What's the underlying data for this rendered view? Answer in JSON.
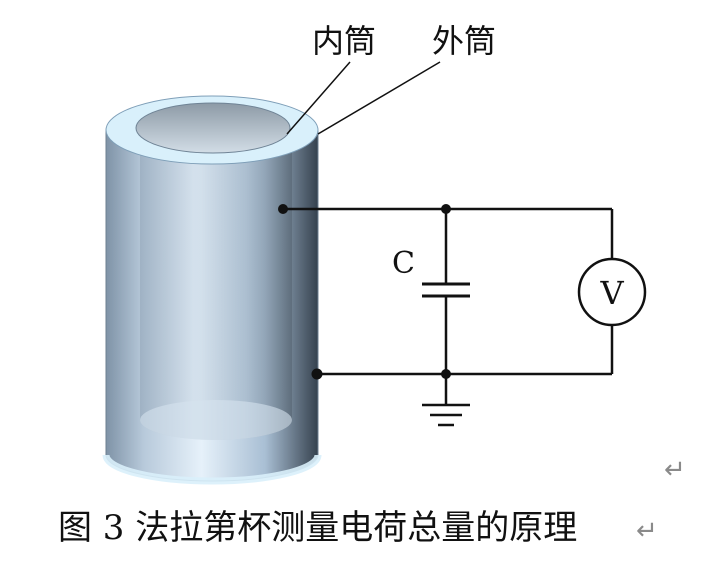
{
  "diagram": {
    "inner_label": "内筒",
    "outer_label": "外筒",
    "capacitor_label": "C",
    "voltmeter_label": "V",
    "caption": "图 3 法拉第杯测量电荷总量的原理",
    "return_mark": "↵",
    "colors": {
      "wire": "#111111",
      "cylinder_body": "#a9bfd4",
      "cylinder_rim": "#d9f0fb",
      "cylinder_inner": "#b9c7d3"
    },
    "icons": [
      "faraday-cup",
      "capacitor-symbol",
      "voltmeter-symbol",
      "ground-symbol",
      "return-arrow-icon"
    ]
  }
}
